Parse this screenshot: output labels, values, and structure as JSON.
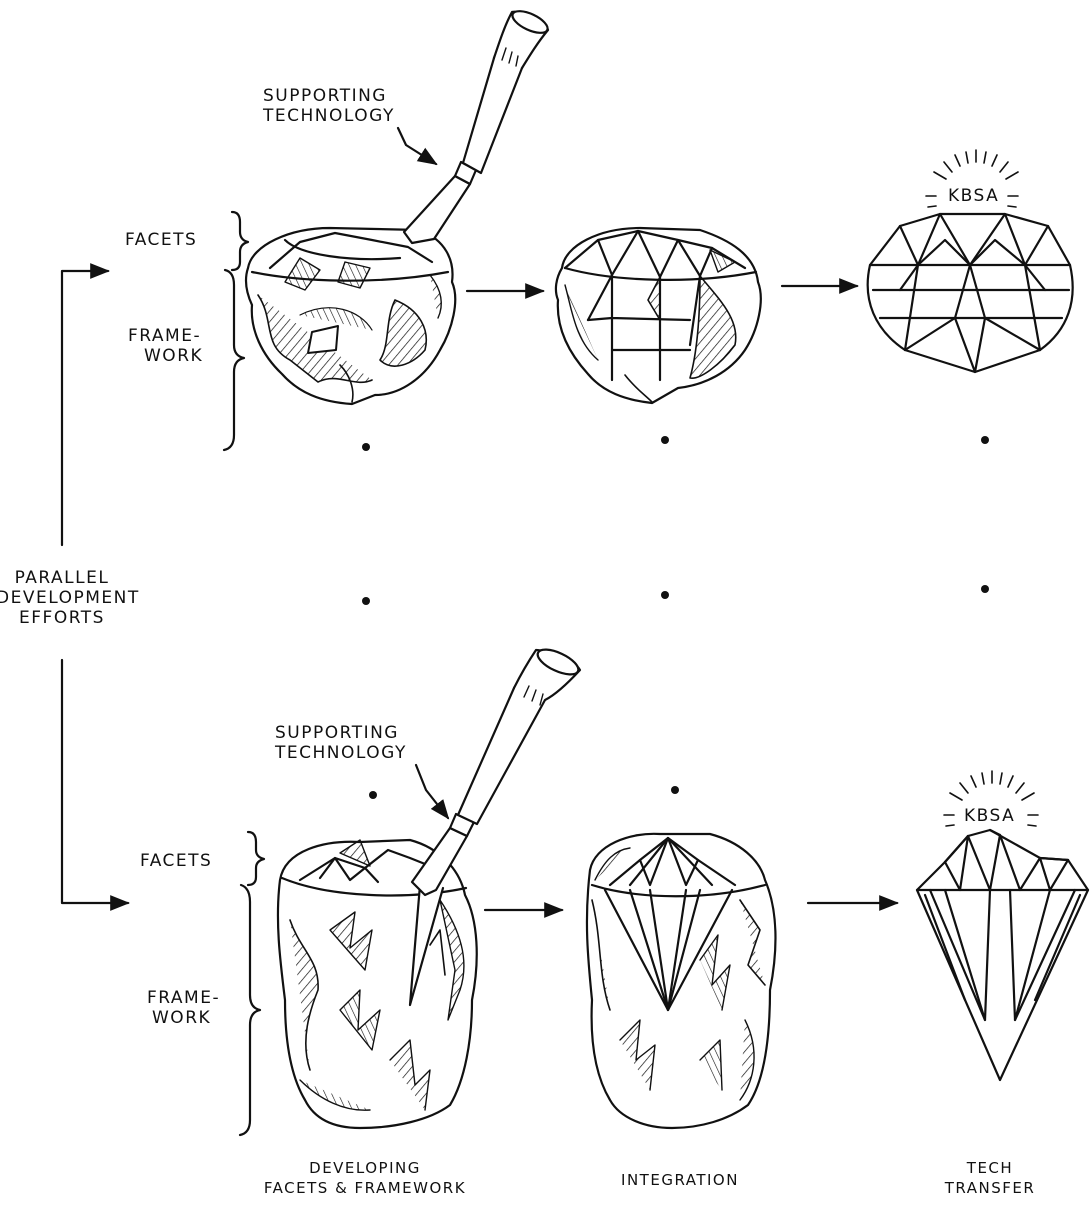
{
  "labels": {
    "supporting_top_1": "SUPPORTING",
    "supporting_top_2": "TECHNOLOGY",
    "facets_top": "FACETS",
    "framework_top_1": "FRAME-",
    "framework_top_2": "WORK",
    "kbsa_top": "KBSA",
    "parallel_1": "PARALLEL",
    "parallel_2": "DEVELOPMENT",
    "parallel_3": "EFFORTS",
    "supporting_bottom_1": "SUPPORTING",
    "supporting_bottom_2": "TECHNOLOGY",
    "facets_bottom": "FACETS",
    "framework_bottom_1": "FRAME-",
    "framework_bottom_2": "WORK",
    "kbsa_bottom": "KBSA",
    "stage_1_line1": "DEVELOPING",
    "stage_1_line2": "FACETS & FRAMEWORK",
    "stage_2": "INTEGRATION",
    "stage_3_line1": "TECH",
    "stage_3_line2": "TRANSFER"
  },
  "colors": {
    "ink": "#111111",
    "paper": "#ffffff"
  }
}
